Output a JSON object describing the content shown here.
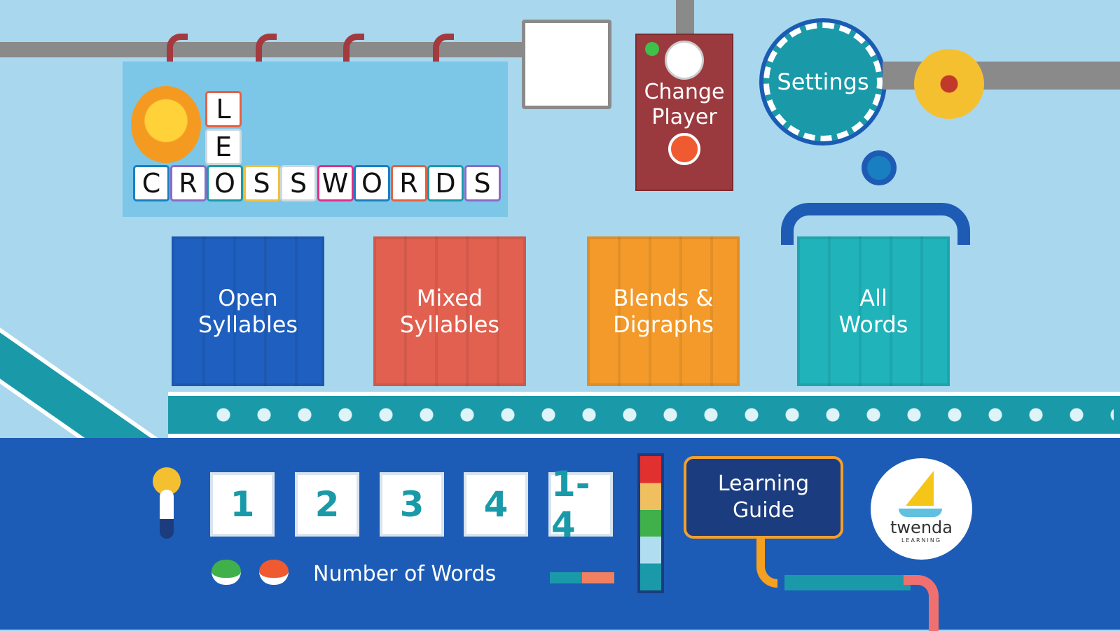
{
  "title": {
    "vertical_letters": [
      "L",
      "E"
    ],
    "word_letters": [
      "C",
      "R",
      "O",
      "S",
      "S",
      "W",
      "O",
      "R",
      "D",
      "S"
    ],
    "tile_colors": [
      "#1a7fc0",
      "#8a6ac8",
      "#1a9aa8",
      "#f0c040",
      "#cfd8dc",
      "#e0308a",
      "#1a7fc0",
      "#e86040",
      "#1a9aa8",
      "#8a6ac8"
    ]
  },
  "player": {
    "label_line1": "Change",
    "label_line2": "Player"
  },
  "settings": {
    "label": "Settings"
  },
  "crates": [
    {
      "line1": "Open",
      "line2": "Syllables",
      "color": "#1f5fbf"
    },
    {
      "line1": "Mixed",
      "line2": "Syllables",
      "color": "#e2604f"
    },
    {
      "line1": "Blends &",
      "line2": "Digraphs",
      "color": "#f39a2a"
    },
    {
      "line1": "All",
      "line2": "Words",
      "color": "#20b3ba"
    }
  ],
  "word_counts": [
    "1",
    "2",
    "3",
    "4",
    "1-4"
  ],
  "number_of_words_label": "Number of Words",
  "learning_guide": {
    "line1": "Learning",
    "line2": "Guide"
  },
  "logo": {
    "name": "twenda",
    "sub": "LEARNING"
  }
}
